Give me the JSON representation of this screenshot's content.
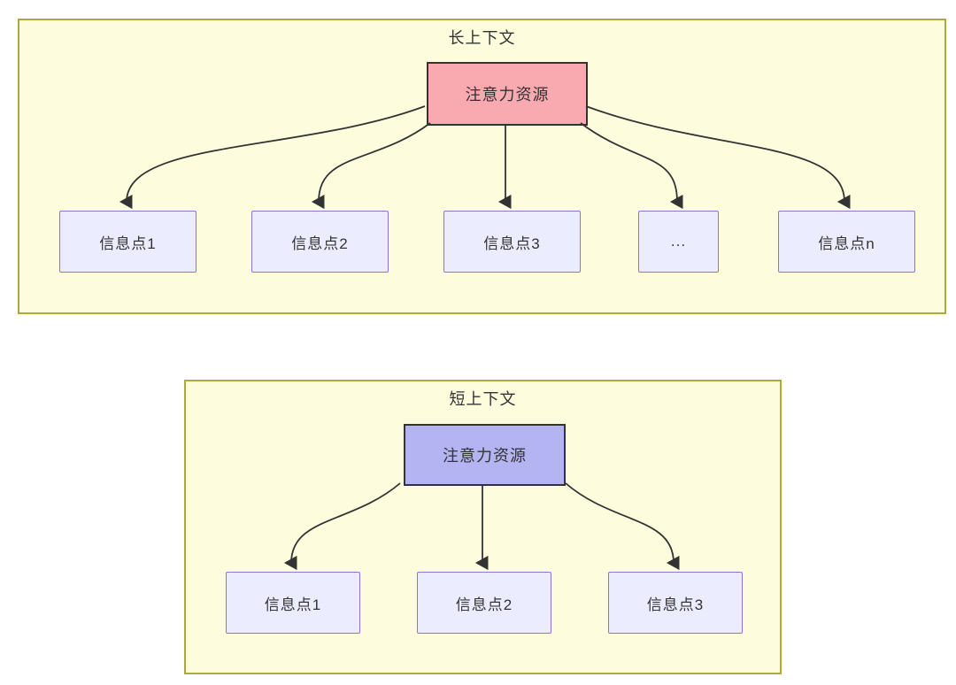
{
  "diagram": {
    "type": "attention-allocation-comparison",
    "sections": [
      {
        "title": "长上下文",
        "attention_label": "注意力资源",
        "nodes": [
          "信息点1",
          "信息点2",
          "信息点3",
          "...",
          "信息点n"
        ]
      },
      {
        "title": "短上下文",
        "attention_label": "注意力资源",
        "nodes": [
          "信息点1",
          "信息点2",
          "信息点3"
        ]
      }
    ],
    "colors": {
      "panel_fill": "#fdfdde",
      "panel_border": "#abab3a",
      "attention_long_fill": "#f9a9b0",
      "attention_short_fill": "#b4b4f2",
      "attention_border": "#333333",
      "node_fill": "#ececff",
      "node_border": "#9370db",
      "arrow": "#333333",
      "text": "#333333"
    }
  }
}
